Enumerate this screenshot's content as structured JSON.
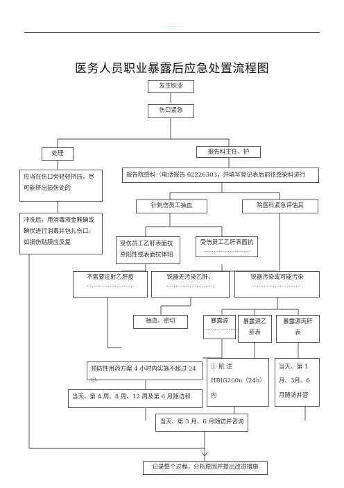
{
  "header": {
    "watermark": "................"
  },
  "title": "医务人员职业暴露后应急处置流程图",
  "nodes": {
    "occur": "发生职业",
    "wound": "伤口紧急",
    "handle": "处理",
    "report_dept": "报告科主任、护",
    "report_infection": "报告院感科（电话报告 62226303，并填写登记表后前往感染科进行",
    "squeeze": "应当在伤口旁轻轻挤压，尽可能挤出损伤处的",
    "rinse": "冲洗后，用消毒液金雅碘或碘伏进行消毒并包扎伤口。如损伤贴膜应反复",
    "needle_blood": "针刺伤员工抽血",
    "eval": "院感科紧急评估其",
    "staff_antibody_pos": "受伤员工乙肝表面抗原阳性或表面抗体阳",
    "staff_antibody_neg": "受伤员工乙肝表面抗",
    "no_vaccine": "不需要注射乙肝疫",
    "sharp_clean": "锐器无污染乙肝、",
    "sharp_contam": "锐器污染或可能污染",
    "draw_blood": "抽血、密切",
    "source_exposure": "暴露源",
    "source_hbv": "暴露源乙肝表",
    "source_hcv": "暴露源丙肝表",
    "prophylaxis": "预防性用药方案 4 小时内实施不超过 24 小",
    "hiv_drug": "① 肌 注 HBIG200u（24h）内",
    "hcv_followup": "当天、第 1月、3月、6月随访并咨",
    "followup_weeks": "当天、第 4 周、8 周、12 周及第 6 月随访和",
    "followup_months": "当天、第 3 月、6 月随访并咨询",
    "record": "记录整个过程，分析原因并提出改进措施",
    "dots": "..........................."
  }
}
